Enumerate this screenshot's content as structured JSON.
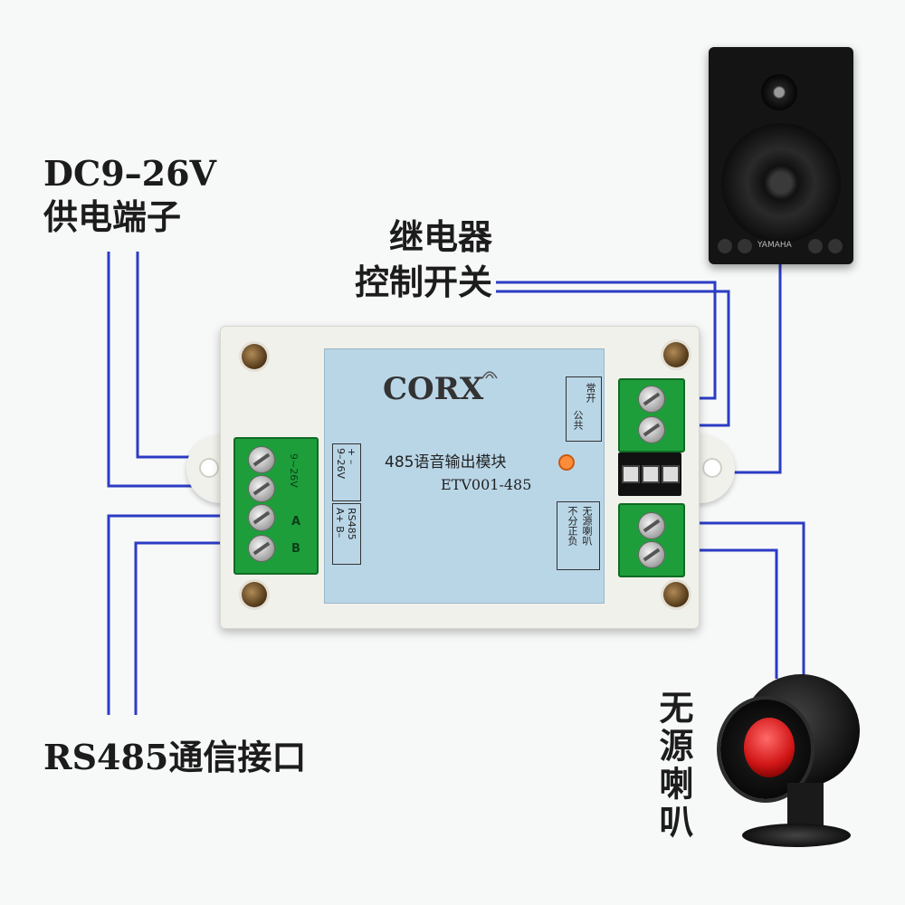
{
  "callouts": {
    "power_line1": "DC9–26V",
    "power_line2": "供电端子",
    "relay_line1": "继电器",
    "relay_line2": "控制开关",
    "rs485": "RS485通信接口",
    "speaker": "无源喇叭"
  },
  "module": {
    "brand": "CORX",
    "name": "485语音输出模块",
    "model": "ETV001-485",
    "left_label_power": "9–26V",
    "left_label_power_pins": "+  –",
    "left_label_rs485": "RS485",
    "left_label_rs485_pins": "A+  B–",
    "terminal_print_a": "A",
    "terminal_print_b": "B",
    "terminal_print_v": "9~26V",
    "relay_label_no": "常开",
    "relay_label_com": "公共",
    "speaker_label1": "无源喇叭",
    "speaker_label2": "不分正负"
  },
  "speaker_brand": "YAMAHA",
  "colors": {
    "wire": "#2b3cc4",
    "panel": "#b9d6e7",
    "terminal": "#1e9e3b"
  }
}
